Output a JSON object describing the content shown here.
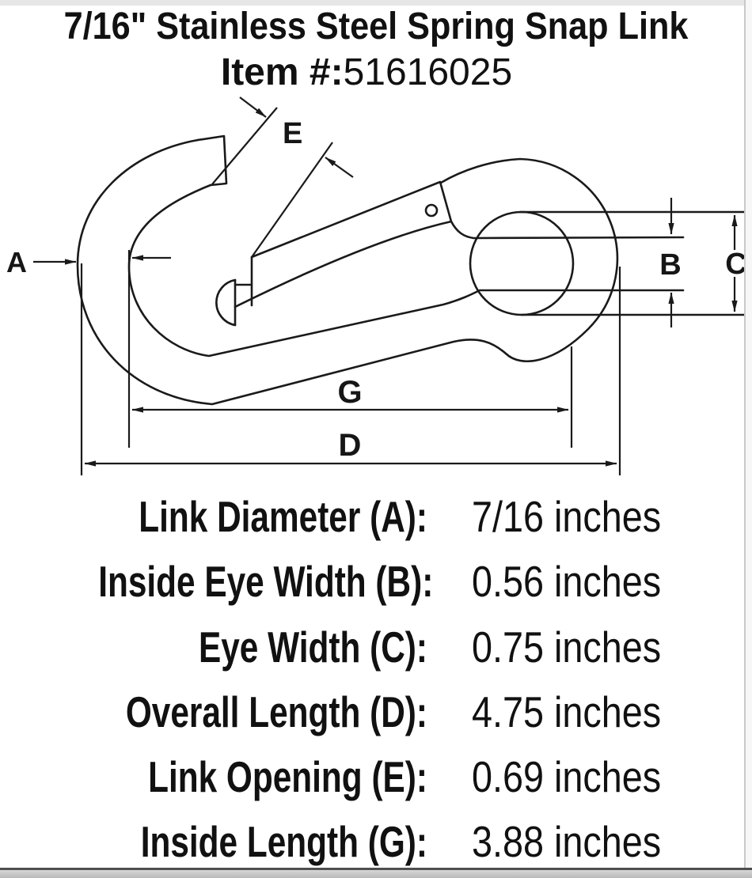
{
  "title": "7/16\" Stainless Steel Spring Snap Link",
  "item": {
    "label": "Item #:",
    "number": "51616025"
  },
  "diagram": {
    "labels": {
      "a": "A",
      "b": "B",
      "c": "C",
      "d": "D",
      "e": "E",
      "g": "G"
    },
    "line_color": "#1a1a1a"
  },
  "specs": {
    "unit": "inches",
    "rows": [
      {
        "label": "Link Diameter (A):",
        "value": "7/16 inches"
      },
      {
        "label": "Inside Eye Width (B):",
        "value": "0.56 inches"
      },
      {
        "label": "Eye Width (C):",
        "value": "0.75 inches"
      },
      {
        "label": "Overall Length (D):",
        "value": "4.75 inches"
      },
      {
        "label": "Link Opening (E):",
        "value": "0.69 inches"
      },
      {
        "label": "Inside Length (G):",
        "value": "3.88 inches"
      }
    ]
  }
}
